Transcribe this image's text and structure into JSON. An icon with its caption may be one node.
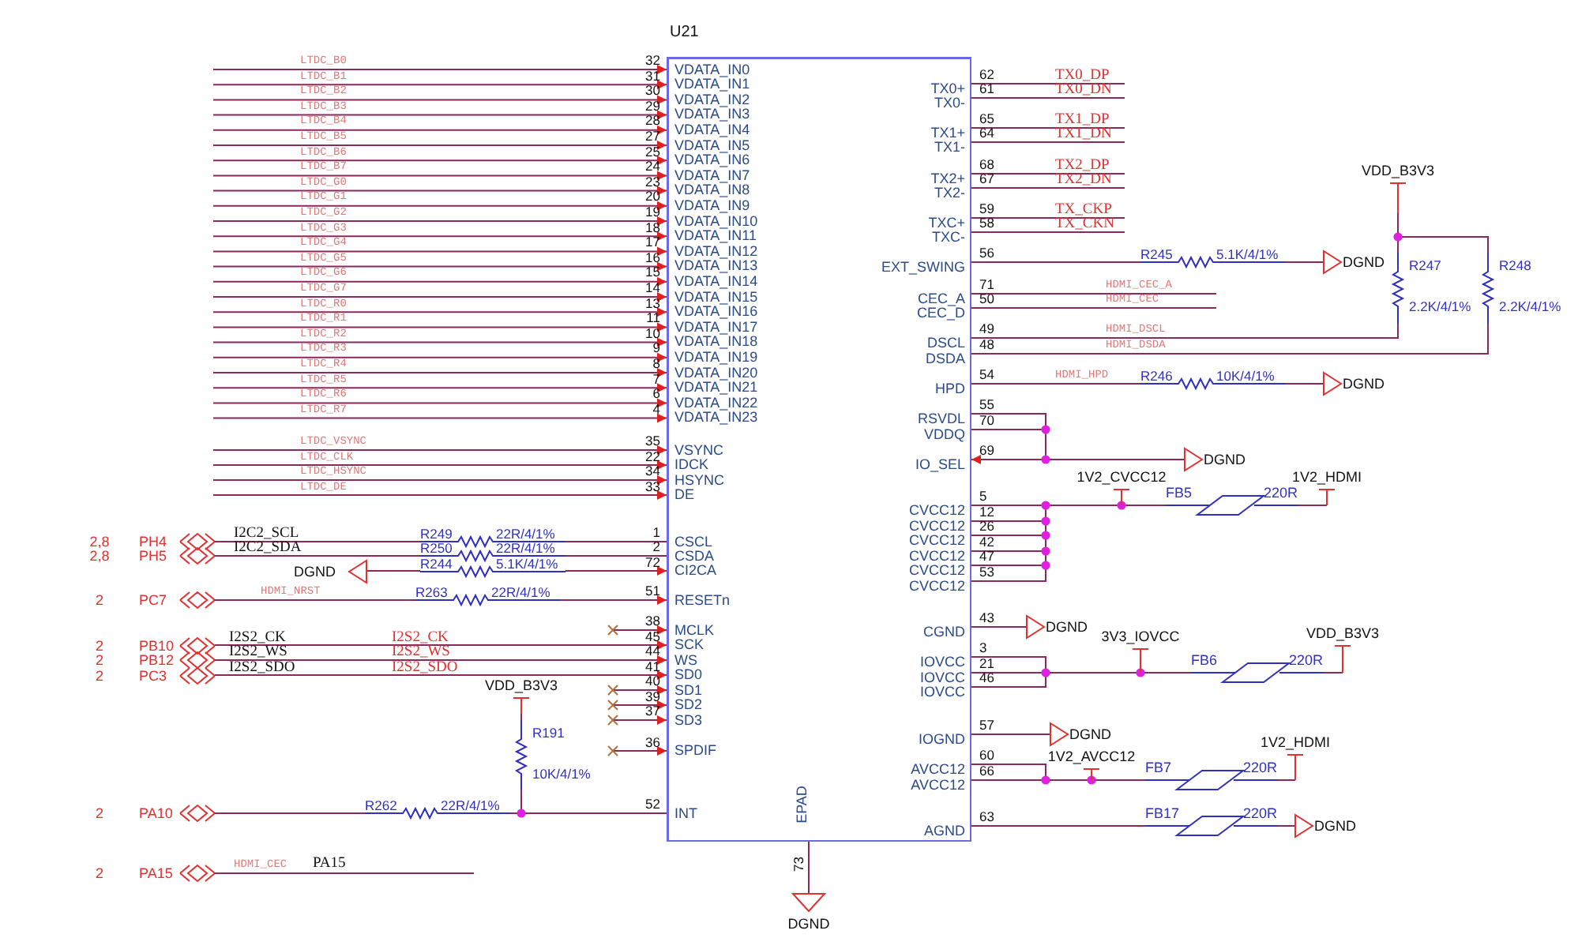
{
  "diagram": {
    "nodes": [
      {
        "text": [
          "U21"
        ]
      },
      {
        "text": [
          "2,8",
          "PH4"
        ]
      },
      {
        "text": [
          "2,8",
          "PH5"
        ]
      },
      {
        "text": [
          "R249",
          "22R/4/1%"
        ]
      },
      {
        "text": [
          "R250",
          "22R/4/1%"
        ]
      },
      {
        "text": [
          "R244",
          "5.1K/4/1%"
        ]
      },
      {
        "text": [
          "DGND"
        ]
      },
      {
        "text": [
          "2",
          "PC7"
        ]
      },
      {
        "text": [
          "R263",
          "22R/4/1%"
        ]
      },
      {
        "text": [
          "2",
          "PB10"
        ]
      },
      {
        "text": [
          "2",
          "PB12"
        ]
      },
      {
        "text": [
          "2",
          "PC3"
        ]
      },
      {
        "text": [
          "VDD_B3V3"
        ]
      },
      {
        "text": [
          "R191",
          "10K/4/1%"
        ]
      },
      {
        "text": [
          "2",
          "PA10"
        ]
      },
      {
        "text": [
          "R262",
          "22R/4/1%"
        ]
      },
      {
        "text": [
          "2",
          "PA15"
        ]
      },
      {
        "text": [
          "DGND"
        ]
      },
      {
        "text": [
          "R245",
          "5.1K/4/1%"
        ]
      },
      {
        "text": [
          "DGND"
        ]
      },
      {
        "text": [
          "VDD_B3V3"
        ]
      },
      {
        "text": [
          "R247",
          "2.2K/4/1%"
        ]
      },
      {
        "text": [
          "R248",
          "2.2K/4/1%"
        ]
      },
      {
        "text": [
          "R246",
          "10K/4/1%"
        ]
      },
      {
        "text": [
          "DGND"
        ]
      },
      {
        "text": [
          "DGND"
        ]
      },
      {
        "text": [
          "1V2_CVCC12"
        ]
      },
      {
        "text": [
          "FB5",
          "220R"
        ]
      },
      {
        "text": [
          "1V2_HDMI"
        ]
      },
      {
        "text": [
          "DGND"
        ]
      },
      {
        "text": [
          "3V3_IOVCC"
        ]
      },
      {
        "text": [
          "FB6",
          "220R"
        ]
      },
      {
        "text": [
          "VDD_B3V3"
        ]
      },
      {
        "text": [
          "DGND"
        ]
      },
      {
        "text": [
          "1V2_AVCC12"
        ]
      },
      {
        "text": [
          "FB7",
          "220R"
        ]
      },
      {
        "text": [
          "1V2_HDMI"
        ]
      },
      {
        "text": [
          "FB17",
          "220R"
        ]
      },
      {
        "text": [
          "DGND"
        ]
      }
    ],
    "edges": [
      {
        "from": null,
        "to": 0,
        "arrow": "to",
        "label": "LTDC_B0"
      },
      {
        "from": null,
        "to": 0,
        "arrow": "to",
        "label": "LTDC_B1"
      },
      {
        "from": null,
        "to": 0,
        "arrow": "to",
        "label": "LTDC_B2"
      },
      {
        "from": null,
        "to": 0,
        "arrow": "to",
        "label": "LTDC_B3"
      },
      {
        "from": null,
        "to": 0,
        "arrow": "to",
        "label": "LTDC_B4"
      },
      {
        "from": null,
        "to": 0,
        "arrow": "to",
        "label": "LTDC_B5"
      },
      {
        "from": null,
        "to": 0,
        "arrow": "to",
        "label": "LTDC_B6"
      },
      {
        "from": null,
        "to": 0,
        "arrow": "to",
        "label": "LTDC_B7"
      },
      {
        "from": null,
        "to": 0,
        "arrow": "to",
        "label": "LTDC_G0"
      },
      {
        "from": null,
        "to": 0,
        "arrow": "to",
        "label": "LTDC_G1"
      },
      {
        "from": null,
        "to": 0,
        "arrow": "to",
        "label": "LTDC_G2"
      },
      {
        "from": null,
        "to": 0,
        "arrow": "to",
        "label": "LTDC_G3"
      },
      {
        "from": null,
        "to": 0,
        "arrow": "to",
        "label": "LTDC_G4"
      },
      {
        "from": null,
        "to": 0,
        "arrow": "to",
        "label": "LTDC_G5"
      },
      {
        "from": null,
        "to": 0,
        "arrow": "to",
        "label": "LTDC_G6"
      },
      {
        "from": null,
        "to": 0,
        "arrow": "to",
        "label": "LTDC_G7"
      },
      {
        "from": null,
        "to": 0,
        "arrow": "to",
        "label": "LTDC_R0"
      },
      {
        "from": null,
        "to": 0,
        "arrow": "to",
        "label": "LTDC_R1"
      },
      {
        "from": null,
        "to": 0,
        "arrow": "to",
        "label": "LTDC_R2"
      },
      {
        "from": null,
        "to": 0,
        "arrow": "to",
        "label": "LTDC_R3"
      },
      {
        "from": null,
        "to": 0,
        "arrow": "to",
        "label": "LTDC_R4"
      },
      {
        "from": null,
        "to": 0,
        "arrow": "to",
        "label": "LTDC_R5"
      },
      {
        "from": null,
        "to": 0,
        "arrow": "to",
        "label": "LTDC_R6"
      },
      {
        "from": null,
        "to": 0,
        "arrow": "to",
        "label": "LTDC_R7"
      },
      {
        "from": null,
        "to": 0,
        "arrow": "to",
        "label": "LTDC_VSYNC"
      },
      {
        "from": null,
        "to": 0,
        "arrow": "to",
        "label": "LTDC_CLK"
      },
      {
        "from": null,
        "to": 0,
        "arrow": "to",
        "label": "LTDC_HSYNC"
      },
      {
        "from": null,
        "to": 0,
        "arrow": "to",
        "label": "LTDC_DE"
      },
      {
        "from": 1,
        "to": 3,
        "arrow": "none",
        "label": "I2C2_SCL"
      },
      {
        "from": 3,
        "to": 0,
        "arrow": "none"
      },
      {
        "from": 2,
        "to": 4,
        "arrow": "none",
        "label": "I2C2_SDA"
      },
      {
        "from": 4,
        "to": 0,
        "arrow": "none"
      },
      {
        "from": 6,
        "to": 5,
        "arrow": "none"
      },
      {
        "from": 5,
        "to": 0,
        "arrow": "to"
      },
      {
        "from": 7,
        "to": 8,
        "arrow": "none",
        "label": "HDMI_NRST"
      },
      {
        "from": 8,
        "to": 0,
        "arrow": "to"
      },
      {
        "from": 9,
        "to": 0,
        "arrow": "to",
        "label": "I2S2_CK"
      },
      {
        "from": 10,
        "to": 0,
        "arrow": "to",
        "label": "I2S2_WS"
      },
      {
        "from": 11,
        "to": 0,
        "arrow": "to",
        "label": "I2S2_SDO"
      },
      {
        "from": 12,
        "to": 13,
        "arrow": "none"
      },
      {
        "from": 13,
        "to": 0,
        "arrow": "none"
      },
      {
        "from": 14,
        "to": 15,
        "arrow": "none"
      },
      {
        "from": 15,
        "to": 0,
        "arrow": "none"
      },
      {
        "from": 16,
        "to": null,
        "arrow": "none",
        "label": "HDMI_CEC"
      },
      {
        "from": 0,
        "to": 17,
        "arrow": "none"
      },
      {
        "from": 0,
        "to": null,
        "arrow": "none",
        "label": "TX0_DP"
      },
      {
        "from": 0,
        "to": null,
        "arrow": "none",
        "label": "TX0_DN"
      },
      {
        "from": 0,
        "to": null,
        "arrow": "none",
        "label": "TX1_DP"
      },
      {
        "from": 0,
        "to": null,
        "arrow": "none",
        "label": "TX1_DN"
      },
      {
        "from": 0,
        "to": null,
        "arrow": "none",
        "label": "TX2_DP"
      },
      {
        "from": 0,
        "to": null,
        "arrow": "none",
        "label": "TX2_DN"
      },
      {
        "from": 0,
        "to": null,
        "arrow": "none",
        "label": "TX_CKP"
      },
      {
        "from": 0,
        "to": null,
        "arrow": "none",
        "label": "TX_CKN"
      },
      {
        "from": 0,
        "to": 18,
        "arrow": "none"
      },
      {
        "from": 18,
        "to": 19,
        "arrow": "none"
      },
      {
        "from": 0,
        "to": null,
        "arrow": "none",
        "label": "HDMI_CEC_A"
      },
      {
        "from": 0,
        "to": null,
        "arrow": "none",
        "label": "HDMI_CEC"
      },
      {
        "from": 0,
        "to": 21,
        "arrow": "none",
        "label": "HDMI_DSCL"
      },
      {
        "from": 0,
        "to": 22,
        "arrow": "none",
        "label": "HDMI_DSDA"
      },
      {
        "from": 20,
        "to": 21,
        "arrow": "none"
      },
      {
        "from": 20,
        "to": 22,
        "arrow": "none"
      },
      {
        "from": 0,
        "to": 23,
        "arrow": "none",
        "label": "HDMI_HPD"
      },
      {
        "from": 23,
        "to": 24,
        "arrow": "none"
      },
      {
        "from": 0,
        "to": 25,
        "arrow": "none"
      },
      {
        "from": 0,
        "to": 25,
        "arrow": "none"
      },
      {
        "from": 25,
        "to": 0,
        "arrow": "to"
      },
      {
        "from": 0,
        "to": 26,
        "arrow": "none"
      },
      {
        "from": 0,
        "to": 26,
        "arrow": "none"
      },
      {
        "from": 0,
        "to": 26,
        "arrow": "none"
      },
      {
        "from": 0,
        "to": 26,
        "arrow": "none"
      },
      {
        "from": 0,
        "to": 26,
        "arrow": "none"
      },
      {
        "from": 0,
        "to": 26,
        "arrow": "none"
      },
      {
        "from": 26,
        "to": 27,
        "arrow": "none"
      },
      {
        "from": 27,
        "to": 28,
        "arrow": "none"
      },
      {
        "from": 0,
        "to": 29,
        "arrow": "none"
      },
      {
        "from": 0,
        "to": 30,
        "arrow": "none"
      },
      {
        "from": 0,
        "to": 30,
        "arrow": "none"
      },
      {
        "from": 0,
        "to": 30,
        "arrow": "none"
      },
      {
        "from": 30,
        "to": 31,
        "arrow": "none"
      },
      {
        "from": 31,
        "to": 32,
        "arrow": "none"
      },
      {
        "from": 0,
        "to": 33,
        "arrow": "none"
      },
      {
        "from": 0,
        "to": 34,
        "arrow": "none"
      },
      {
        "from": 0,
        "to": 34,
        "arrow": "none"
      },
      {
        "from": 34,
        "to": 35,
        "arrow": "none"
      },
      {
        "from": 35,
        "to": 36,
        "arrow": "none"
      },
      {
        "from": 0,
        "to": 37,
        "arrow": "none"
      },
      {
        "from": 37,
        "to": 38,
        "arrow": "none"
      },
      {
        "from": null,
        "to": 0,
        "arrow": "to"
      },
      {
        "from": null,
        "to": 0,
        "arrow": "to"
      },
      {
        "from": null,
        "to": 0,
        "arrow": "to"
      },
      {
        "from": null,
        "to": 0,
        "arrow": "to"
      },
      {
        "from": null,
        "to": 0,
        "arrow": "to"
      }
    ],
    "labels": [
      "32",
      "VDATA_IN0",
      "31",
      "VDATA_IN1",
      "30",
      "VDATA_IN2",
      "29",
      "VDATA_IN3",
      "28",
      "VDATA_IN4",
      "27",
      "VDATA_IN5",
      "25",
      "VDATA_IN6",
      "24",
      "VDATA_IN7",
      "23",
      "VDATA_IN8",
      "20",
      "VDATA_IN9",
      "19",
      "VDATA_IN10",
      "18",
      "VDATA_IN11",
      "17",
      "VDATA_IN12",
      "16",
      "VDATA_IN13",
      "15",
      "VDATA_IN14",
      "14",
      "VDATA_IN15",
      "13",
      "VDATA_IN16",
      "11",
      "VDATA_IN17",
      "10",
      "VDATA_IN18",
      "9",
      "VDATA_IN19",
      "8",
      "VDATA_IN20",
      "7",
      "VDATA_IN21",
      "6",
      "VDATA_IN22",
      "4",
      "VDATA_IN23",
      "35",
      "VSYNC",
      "22",
      "IDCK",
      "34",
      "HSYNC",
      "33",
      "DE",
      "1",
      "CSCL",
      "2",
      "CSDA",
      "72",
      "CI2CA",
      "51",
      "RESETn",
      "38",
      "MCLK",
      "45",
      "SCK",
      "44",
      "WS",
      "41",
      "SD0",
      "40",
      "SD1",
      "39",
      "SD2",
      "37",
      "SD3",
      "36",
      "SPDIF",
      "52",
      "INT",
      "62",
      "TX0+",
      "61",
      "TX0-",
      "65",
      "TX1+",
      "64",
      "TX1-",
      "68",
      "TX2+",
      "67",
      "TX2-",
      "59",
      "TXC+",
      "58",
      "TXC-",
      "56",
      "EXT_SWING",
      "71",
      "CEC_A",
      "50",
      "CEC_D",
      "49",
      "DSCL",
      "48",
      "DSDA",
      "54",
      "HPD",
      "55",
      "RSVDL",
      "70",
      "VDDQ",
      "69",
      "IO_SEL",
      "5",
      "CVCC12",
      "12",
      "CVCC12",
      "26",
      "CVCC12",
      "42",
      "CVCC12",
      "47",
      "CVCC12",
      "53",
      "CVCC12",
      "43",
      "CGND",
      "3",
      "IOVCC",
      "21",
      "IOVCC",
      "46",
      "IOVCC",
      "57",
      "IOGND",
      "60",
      "AVCC12",
      "66",
      "AVCC12",
      "63",
      "AGND",
      "EPAD",
      "73",
      "I2S2_CK",
      "I2S2_WS",
      "I2S2_SDO",
      "PA15"
    ]
  }
}
